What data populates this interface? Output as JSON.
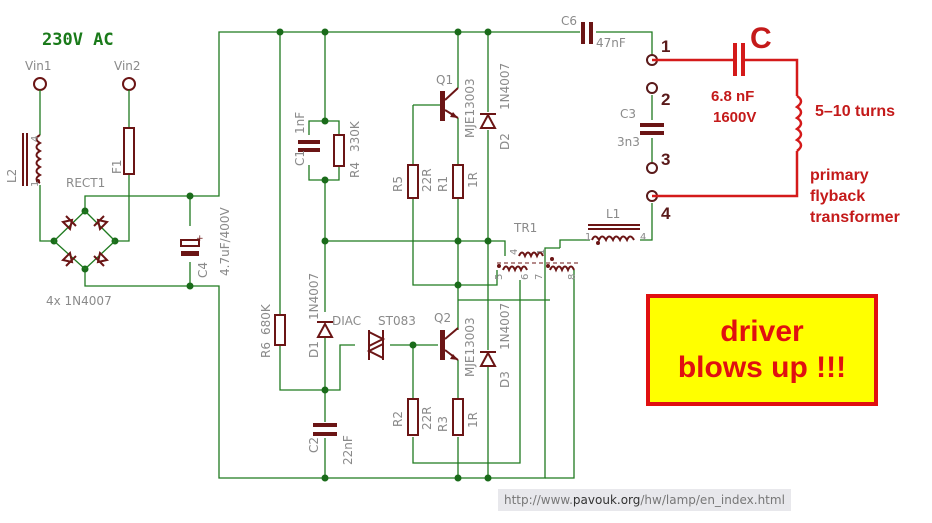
{
  "title": "230V AC",
  "inputs": {
    "vin1": "Vin1",
    "vin2": "Vin2"
  },
  "components": {
    "L2": {
      "name": "L2",
      "pin_a": "4",
      "pin_b": "1"
    },
    "F1": {
      "name": "F1"
    },
    "RECT1": {
      "name": "RECT1",
      "value": "4x 1N4007"
    },
    "C4": {
      "name": "C4",
      "value": "4.7uF/400V"
    },
    "C1": {
      "name": "C1",
      "value": "1nF"
    },
    "R4": {
      "name": "R4",
      "value": "330K"
    },
    "R6": {
      "name": "R6",
      "value": "680K"
    },
    "D1": {
      "name": "D1",
      "value": "1N4007"
    },
    "DIAC": {
      "name": "DIAC",
      "value": "ST083"
    },
    "C2": {
      "name": "C2",
      "value": "22nF"
    },
    "Q1": {
      "name": "Q1",
      "value": "MJE13003"
    },
    "Q2": {
      "name": "Q2",
      "value": "MJE13003"
    },
    "D2": {
      "name": "D2",
      "value": "1N4007"
    },
    "D3": {
      "name": "D3",
      "value": "1N4007"
    },
    "R5": {
      "name": "R5",
      "value": "22R"
    },
    "R1": {
      "name": "R1",
      "value": "1R"
    },
    "R2": {
      "name": "R2",
      "value": "22R"
    },
    "R3": {
      "name": "R3",
      "value": "1R"
    },
    "TR1": {
      "name": "TR1",
      "pins": [
        "4",
        "1",
        "5",
        "6",
        "7",
        "8"
      ]
    },
    "C6": {
      "name": "C6",
      "value": "47nF"
    },
    "C3": {
      "name": "C3",
      "value": "3n3"
    },
    "L1": {
      "name": "L1",
      "pin_a": "1",
      "pin_b": "4"
    }
  },
  "terminals": [
    "1",
    "2",
    "3",
    "4"
  ],
  "annotation": {
    "cap_label": "C",
    "cap_value": "6.8 nF",
    "cap_voltage": "1600V",
    "turns": "5–10 turns",
    "coil_line1": "primary",
    "coil_line2": "flyback",
    "coil_line3": "transformer"
  },
  "warning": {
    "line1": "driver",
    "line2": "blows up !!!"
  },
  "source_url": {
    "prefix": "http://www.",
    "domain": "pavouk.org",
    "path": "/hw/lamp/en_index.html"
  },
  "colors": {
    "wire": "#1f7a1f",
    "component": "#6b1515",
    "annotation": "#c41a1a",
    "warning_bg": "#ffff00"
  }
}
